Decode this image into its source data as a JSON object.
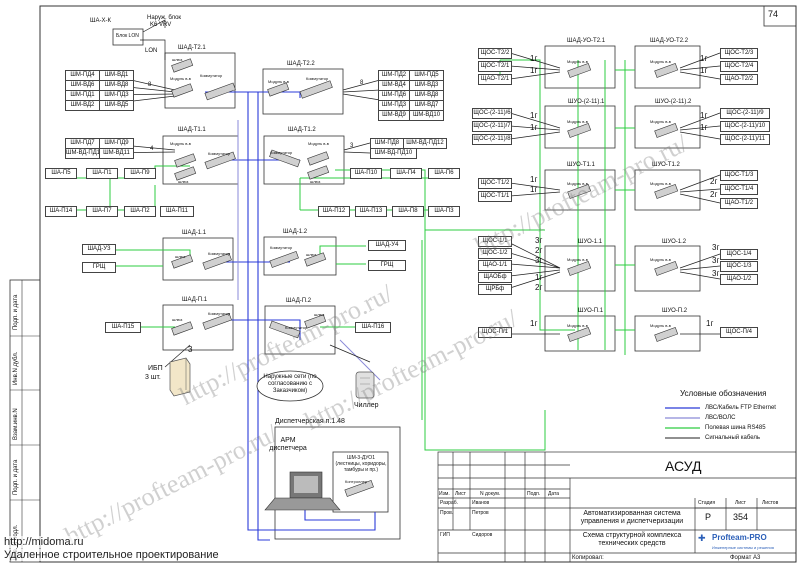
{
  "sheet_number": "74",
  "title_block": {
    "code": "АСУД",
    "system_title": "Автоматизированная система управления и диспетчеризации",
    "drawing_title": "Схема структурной комплекса технических средств",
    "stage_header": "Стадия",
    "stage": "Р",
    "sheet_header": "Лист",
    "sheet": "354",
    "sheets_header": "Листов",
    "columns": [
      "Изм.",
      "Лист",
      "N докум.",
      "Подп.",
      "Дата"
    ],
    "roles": [
      {
        "role": "Разраб.",
        "name": "Иванов"
      },
      {
        "role": "Пров.",
        "name": "Петров"
      },
      {
        "role": "ГИП",
        "name": "Сидоров"
      }
    ],
    "company": "Profteam-PRO",
    "company_sub": "Инженерные системы и решения",
    "copied": "Копировал:",
    "format": "Формат А3"
  },
  "side_stamps": [
    "Подп. и дата",
    "Инв.N дубл.",
    "Взам.инв.N",
    "Подп. и дата",
    "Инв. N подл."
  ],
  "legend": {
    "title": "Условные обозначения",
    "items": [
      {
        "label": "ЛВС/Кабель FTP Ethernet",
        "color": "#2b3bd8"
      },
      {
        "label": "ЛВС/ВОЛС",
        "color": "#8a8ad8"
      },
      {
        "label": "Полевая шина RS485",
        "color": "#2ecc40"
      },
      {
        "label": "Сигнальный кабель",
        "color": "#222222"
      }
    ]
  },
  "cabinets": {
    "shak": {
      "title": "ША-Х-К",
      "inner": "Блок LON"
    },
    "shad_t21": {
      "title": "ШАД-Т2.1",
      "module": "Модуль в-в",
      "switch": "Коммутатор",
      "small": "шлюз"
    },
    "shad_t22": {
      "title": "ШАД-Т2.2",
      "module": "Модуль в-в",
      "switch": "Коммутатор"
    },
    "shad_t11": {
      "title": "ШАД-Т1.1",
      "module": "Модуль в-в",
      "switch": "Коммутатор",
      "small": "шлюз"
    },
    "shad_t12": {
      "title": "ШАД-Т1.2",
      "module": "Модуль в-в",
      "switch": "Коммутатор",
      "small": "шлюз"
    },
    "shad_11": {
      "title": "ШАД-1.1",
      "switch": "Коммутатор",
      "small": "шлюз"
    },
    "shad_12": {
      "title": "ШАД-1.2",
      "switch": "Коммутатор",
      "small": "шлюз"
    },
    "shad_p1": {
      "title": "ШАД-П.1",
      "switch": "Коммутатор",
      "small": "шлюз"
    },
    "shad_p2": {
      "title": "ШАД-П.2",
      "switch": "Коммутатор",
      "small": "шлюз"
    },
    "shaduo_t21": {
      "title": "ШАД-УО-Т2.1",
      "module": "Модуль в-в"
    },
    "shaduo_t22": {
      "title": "ШАД-УО-Т2.2",
      "module": "Модуль в-в"
    },
    "shuo_211": {
      "title": "ШУО-(2-11).1",
      "module": "Модуль в-в"
    },
    "shuo_212": {
      "title": "ШУО-(2-11).2",
      "module": "Модуль в-в"
    },
    "shuo_t11": {
      "title": "ШУО-Т1.1",
      "module": "Модуль в-в"
    },
    "shuo_t12": {
      "title": "ШУО-Т1.2",
      "module": "Модуль в-в"
    },
    "shuo_11": {
      "title": "ШУО-1.1",
      "module": "Модуль в-в"
    },
    "shuo_12": {
      "title": "ШУО-1.2",
      "module": "Модуль в-в"
    },
    "shuo_p1": {
      "title": "ШУО-П.1",
      "module": "Модуль в-в"
    },
    "shuo_p2": {
      "title": "ШУО-П.2",
      "module": "Модуль в-в"
    }
  },
  "labels": {
    "naruzh": "Наруж. блок",
    "kb_vrv": "K6 VRV",
    "lon": "LON",
    "shm_t21": [
      "ШМ-ПД4",
      "ШМ-ВД1",
      "ШМ-ВД6",
      "ШМ-ВД8",
      "ШМ-ПД1",
      "ШМ-ПД3",
      "ШМ-ВД2",
      "ШМ-ВД5"
    ],
    "shm_t22": [
      "ШМ-ПД2",
      "ШМ-ПД5",
      "ШМ-ВД4",
      "ШМ-ВД3",
      "ШМ-ПД6",
      "ШМ-ВД8",
      "ШМ-ПД3",
      "ШМ-ВД7",
      "ШМ-ВД9",
      "ШМ-ВД10"
    ],
    "shm_t11": [
      "ШМ-ПД7",
      "ШМ-ПД9",
      "ШМ-ВД-ПД11",
      "ШМ-ВД11"
    ],
    "shm_t12": [
      "ШМ-ПД8",
      "ШМ-ВД-ПД12",
      "ШМ-ВД-ПД10"
    ],
    "sha_row1": [
      "ША-П5",
      "ША-П1",
      "ША-П9"
    ],
    "sha_row2": [
      "ША-П14",
      "ША-П7",
      "ША-П2",
      "ША-П11"
    ],
    "sha_row3": [
      "ША-П10",
      "ША-П4",
      "ША-П6"
    ],
    "sha_row4": [
      "ША-П12",
      "ША-П13",
      "ША-П8",
      "ША-П3"
    ],
    "shad_u3": "ШАД-У3",
    "shad_u4": "ШАД-У4",
    "grsch1": "ГРЩ",
    "grsch2": "ГРЩ",
    "sha_p15": "ША-П15",
    "sha_p16": "ША-П16",
    "ibp": "ИБП",
    "ibp_qty": "3 шт.",
    "chiller": "Чиллер",
    "networks": "Наружные сети (по согласованию с Заказчиком)",
    "dispatch": "Диспетчерская п.1.48",
    "arm": "АРМ диспетчера",
    "shm3": "ШМ-3-ДУО1 (лестницы, коридоры, тамбуры и пр.)",
    "controller": "Контроллер",
    "shos_t2": [
      "ЩОС-Т2/2",
      "ЩОС-Т2/1",
      "ЩАО-Т2/1"
    ],
    "shos_t2r": [
      "ЩОС-Т2/3",
      "ЩОС-Т2/4",
      "ЩАО-Т2/2"
    ],
    "shos_211": [
      "ЩОС-(2-11)/6",
      "ЩОС-(2-11)/7",
      "ЩОС-(2-11)/8"
    ],
    "shos_212": [
      "ЩОС-(2-11)/9",
      "ЩОС-(2-11)/10",
      "ЩОС-(2-11)/11"
    ],
    "shos_t1": [
      "ЩОС-Т1/2",
      "ЩОС-Т1/1"
    ],
    "shos_t1r": [
      "ЩОС-Т1/3",
      "ЩОС-Т1/4",
      "ЩАО-Т1/2"
    ],
    "shos_1": [
      "ЩОС-1/1",
      "ЩОС-1/2",
      "ЩАО-1/1",
      "ЩАОБф",
      "ЩРБф"
    ],
    "shos_1r": [
      "ЩОС-1/4",
      "ЩОС-1/3",
      "ЩАО-1/2"
    ],
    "shos_p1": "ЩОС-П/1",
    "shos_p4": "ЩОС-П/4",
    "n8a": "8",
    "n8b": "8",
    "n4": "4",
    "n3a": "3",
    "n3b": "3",
    "g1": "1г",
    "g2": "2г",
    "g3": "3г"
  },
  "watermarks": [
    "http://profteam-pro.ru/",
    "http://profteam-pro.ru/",
    "http://profteam-pro.ru/",
    "http://profteam-pro.ru/"
  ],
  "footer": {
    "url": "http://midoma.ru",
    "caption": "Удаленное строительное проектирование"
  }
}
